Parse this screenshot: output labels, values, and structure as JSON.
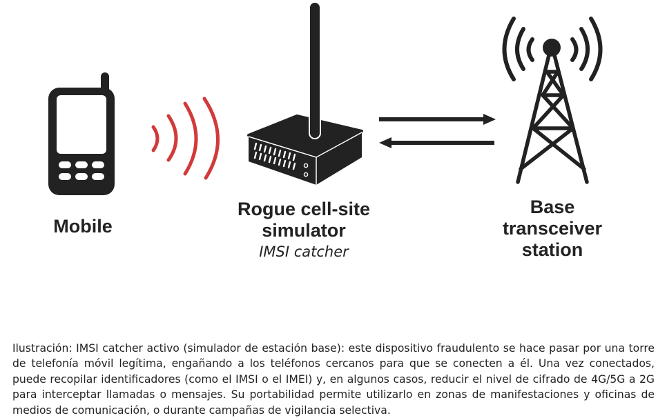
{
  "diagram": {
    "nodes": [
      {
        "id": "mobile",
        "label": "Mobile",
        "icon": "mobile-phone-icon"
      },
      {
        "id": "rogue",
        "label_line1": "Rogue cell-site",
        "label_line2": "simulator",
        "sublabel": "IMSI catcher",
        "icon": "router-device-icon"
      },
      {
        "id": "bts",
        "label_line1": "Base",
        "label_line2": "transceiver",
        "label_line3": "station",
        "icon": "cell-tower-icon"
      }
    ],
    "links": [
      {
        "from": "mobile",
        "to": "rogue",
        "kind": "wireless-signal",
        "color": "#d23a3a"
      },
      {
        "from": "rogue",
        "to": "bts",
        "kind": "bidirectional-arrows",
        "color": "#222222"
      }
    ]
  },
  "caption": "Ilustración: IMSI catcher activo (simulador de estación base): este dispositivo fraudulento se hace pasar por una torre de telefonía móvil legítima, engañando a los teléfonos cercanos para que se conecten a él. Una vez conectados, puede recopilar identificadores (como el IMSI o el IMEI) y, en algunos casos, reducir el nivel de cifrado de 4G/5G a 2G para interceptar llamadas o mensajes. Su portabilidad permite utilizarlo en zonas de manifestaciones y oficinas de medios de comunicación, o durante campañas de vigilancia selectiva."
}
